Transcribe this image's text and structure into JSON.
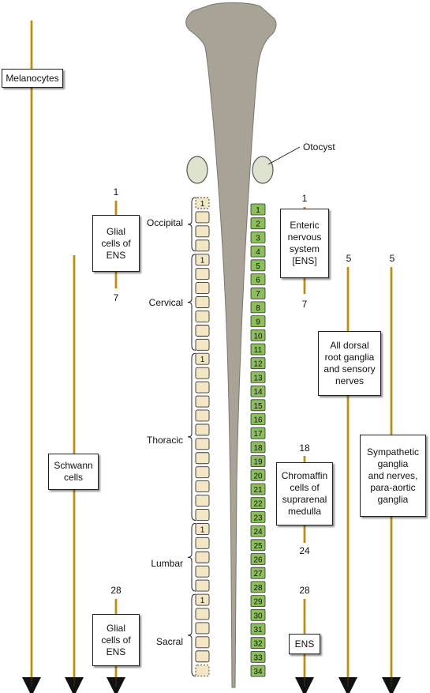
{
  "colors": {
    "axis_line": "#d8a92a",
    "neural_tube": "#a8a396",
    "neural_tube_edge": "#7a766b",
    "somite_fill": "#f3e6c4",
    "neural_segment_fill": "#8cbf5a",
    "otocyst_fill": "#dde3cf"
  },
  "labels": {
    "otocyst": "Otocyst",
    "regions": {
      "occipital": "Occipital",
      "cervical": "Cervical",
      "thoracic": "Thoracic",
      "lumbar": "Lumbar",
      "sacral": "Sacral"
    }
  },
  "boxes": {
    "melanocytes": "Melanocytes",
    "glial_top": "Glial\ncells of\nENS",
    "schwann": "Schwann\ncells",
    "glial_bottom": "Glial\ncells of\nENS",
    "enteric": "Enteric\nnervous\nsystem\n[ENS]",
    "drg": "All dorsal\nroot ganglia\nand sensory\nnerves",
    "chromaffin": "Chromaffin\ncells of\nsuprarenal\nmedulla",
    "ens_bottom": "ENS",
    "sympathetic": "Sympathetic\nganglia\nand nerves,\npara-aortic\nganglia"
  },
  "numbers": {
    "glial_top_start": "1",
    "glial_top_end": "7",
    "glial_bottom_start": "28",
    "enteric_start": "1",
    "enteric_end": "7",
    "drg_start": "5",
    "sympathetic_start": "5",
    "chromaffin_start": "18",
    "chromaffin_end": "24",
    "ens_bottom_start": "28"
  },
  "somite_labels": {
    "occipital_first": "1",
    "cervical_first": "1",
    "thoracic_first": "1",
    "lumbar_first": "1",
    "sacral_first": "1"
  },
  "neural_segments": [
    "1",
    "2",
    "3",
    "4",
    "5",
    "6",
    "7",
    "8",
    "9",
    "10",
    "11",
    "12",
    "13",
    "14",
    "15",
    "16",
    "17",
    "18",
    "19",
    "20",
    "21",
    "22",
    "23",
    "24",
    "25",
    "26",
    "27",
    "28",
    "29",
    "30",
    "31",
    "32",
    "33",
    "34"
  ]
}
